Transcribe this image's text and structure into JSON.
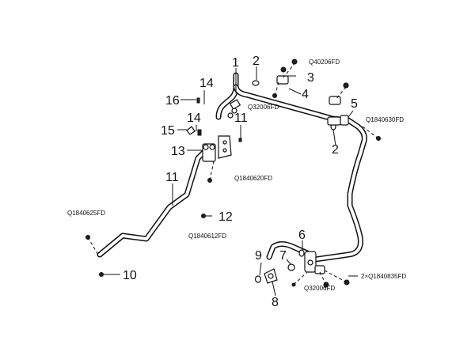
{
  "labels": {
    "n1": "1",
    "n2a": "2",
    "n2b": "2",
    "n3": "3",
    "n4": "4",
    "n5": "5",
    "n6": "6",
    "n7": "7",
    "n8": "8",
    "n9": "9",
    "n10": "10",
    "n11a": "11",
    "n11b": "11",
    "n12": "12",
    "n13": "13",
    "n14a": "14",
    "n14b": "14",
    "n15": "15",
    "n16": "16"
  },
  "codes": {
    "c_q40206": "Q40206FD",
    "c_q32006a": "Q32006FD",
    "c_q1840630": "Q1840630FD",
    "c_q1840620": "Q1840620FD",
    "c_q1840625": "Q1840625FD",
    "c_q1840612": "Q1840612FD",
    "c_q1840835": "2×Q1840835FD",
    "c_q32006b": "Q32006FD"
  }
}
